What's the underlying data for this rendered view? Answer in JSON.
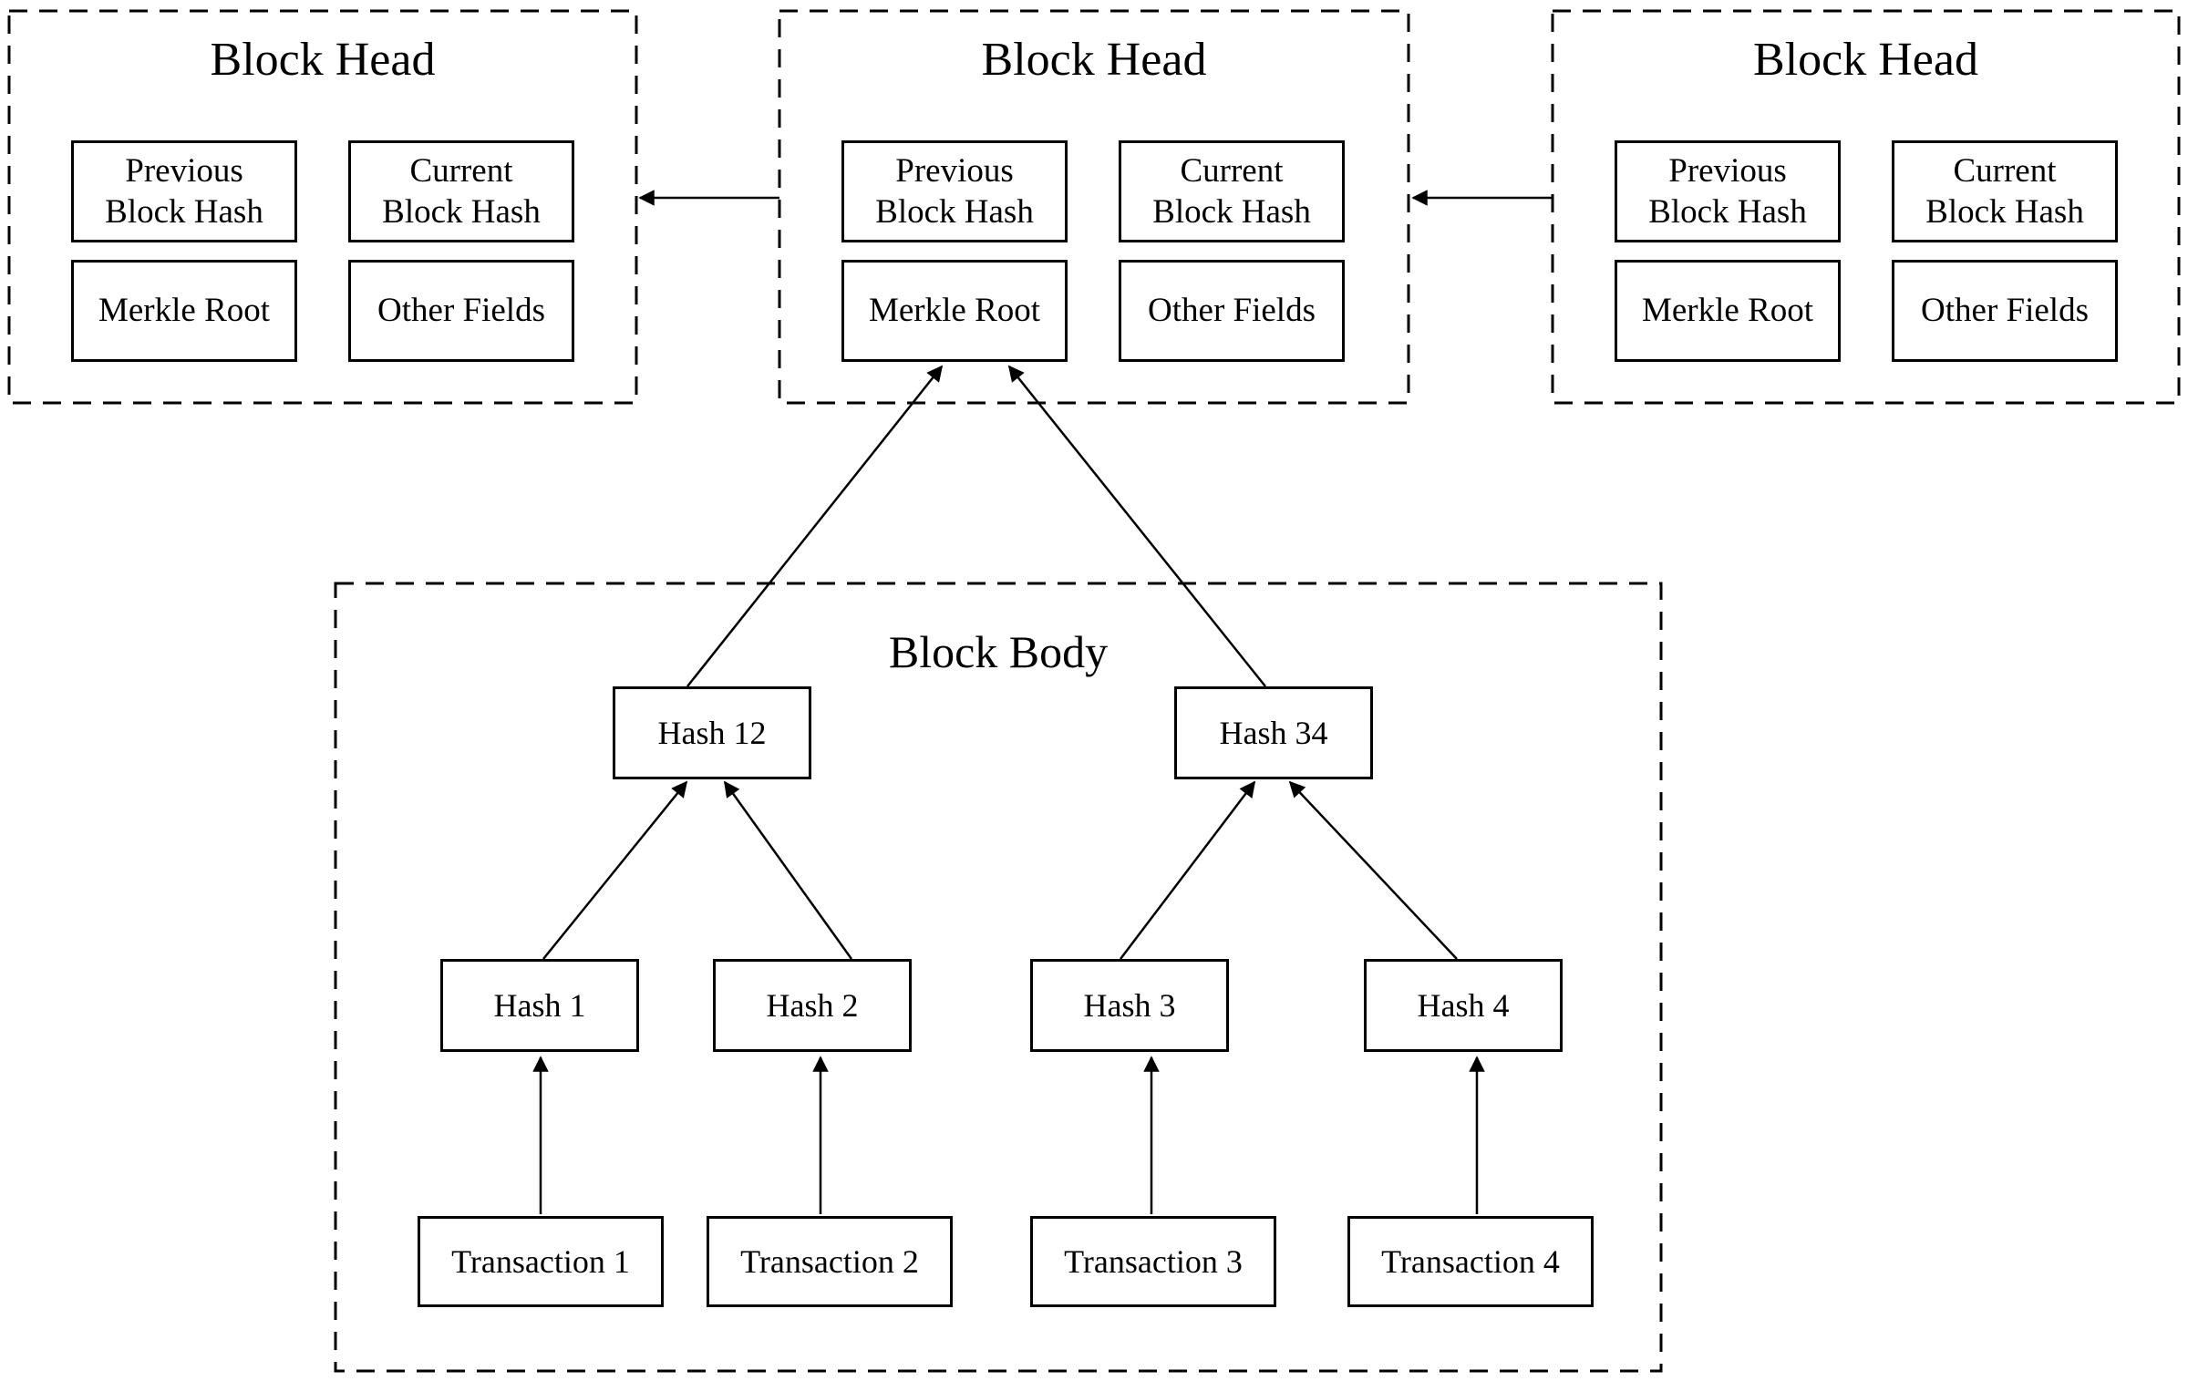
{
  "diagram": {
    "colors": {
      "line": "#000000",
      "background": "#ffffff"
    },
    "block_heads": [
      {
        "title": "Block Head",
        "fields": [
          "Previous Block Hash",
          "Current Block Hash",
          "Merkle Root",
          "Other Fields"
        ]
      },
      {
        "title": "Block Head",
        "fields": [
          "Previous Block Hash",
          "Current Block Hash",
          "Merkle Root",
          "Other Fields"
        ]
      },
      {
        "title": "Block Head",
        "fields": [
          "Previous Block Hash",
          "Current Block Hash",
          "Merkle Root",
          "Other Fields"
        ]
      }
    ],
    "block_body": {
      "title": "Block Body",
      "merkle_tree": {
        "level1": [
          "Hash 12",
          "Hash 34"
        ],
        "level2": [
          "Hash 1",
          "Hash 2",
          "Hash 3",
          "Hash 4"
        ]
      },
      "transactions": [
        "Transaction 1",
        "Transaction 2",
        "Transaction 3",
        "Transaction 4"
      ]
    }
  }
}
